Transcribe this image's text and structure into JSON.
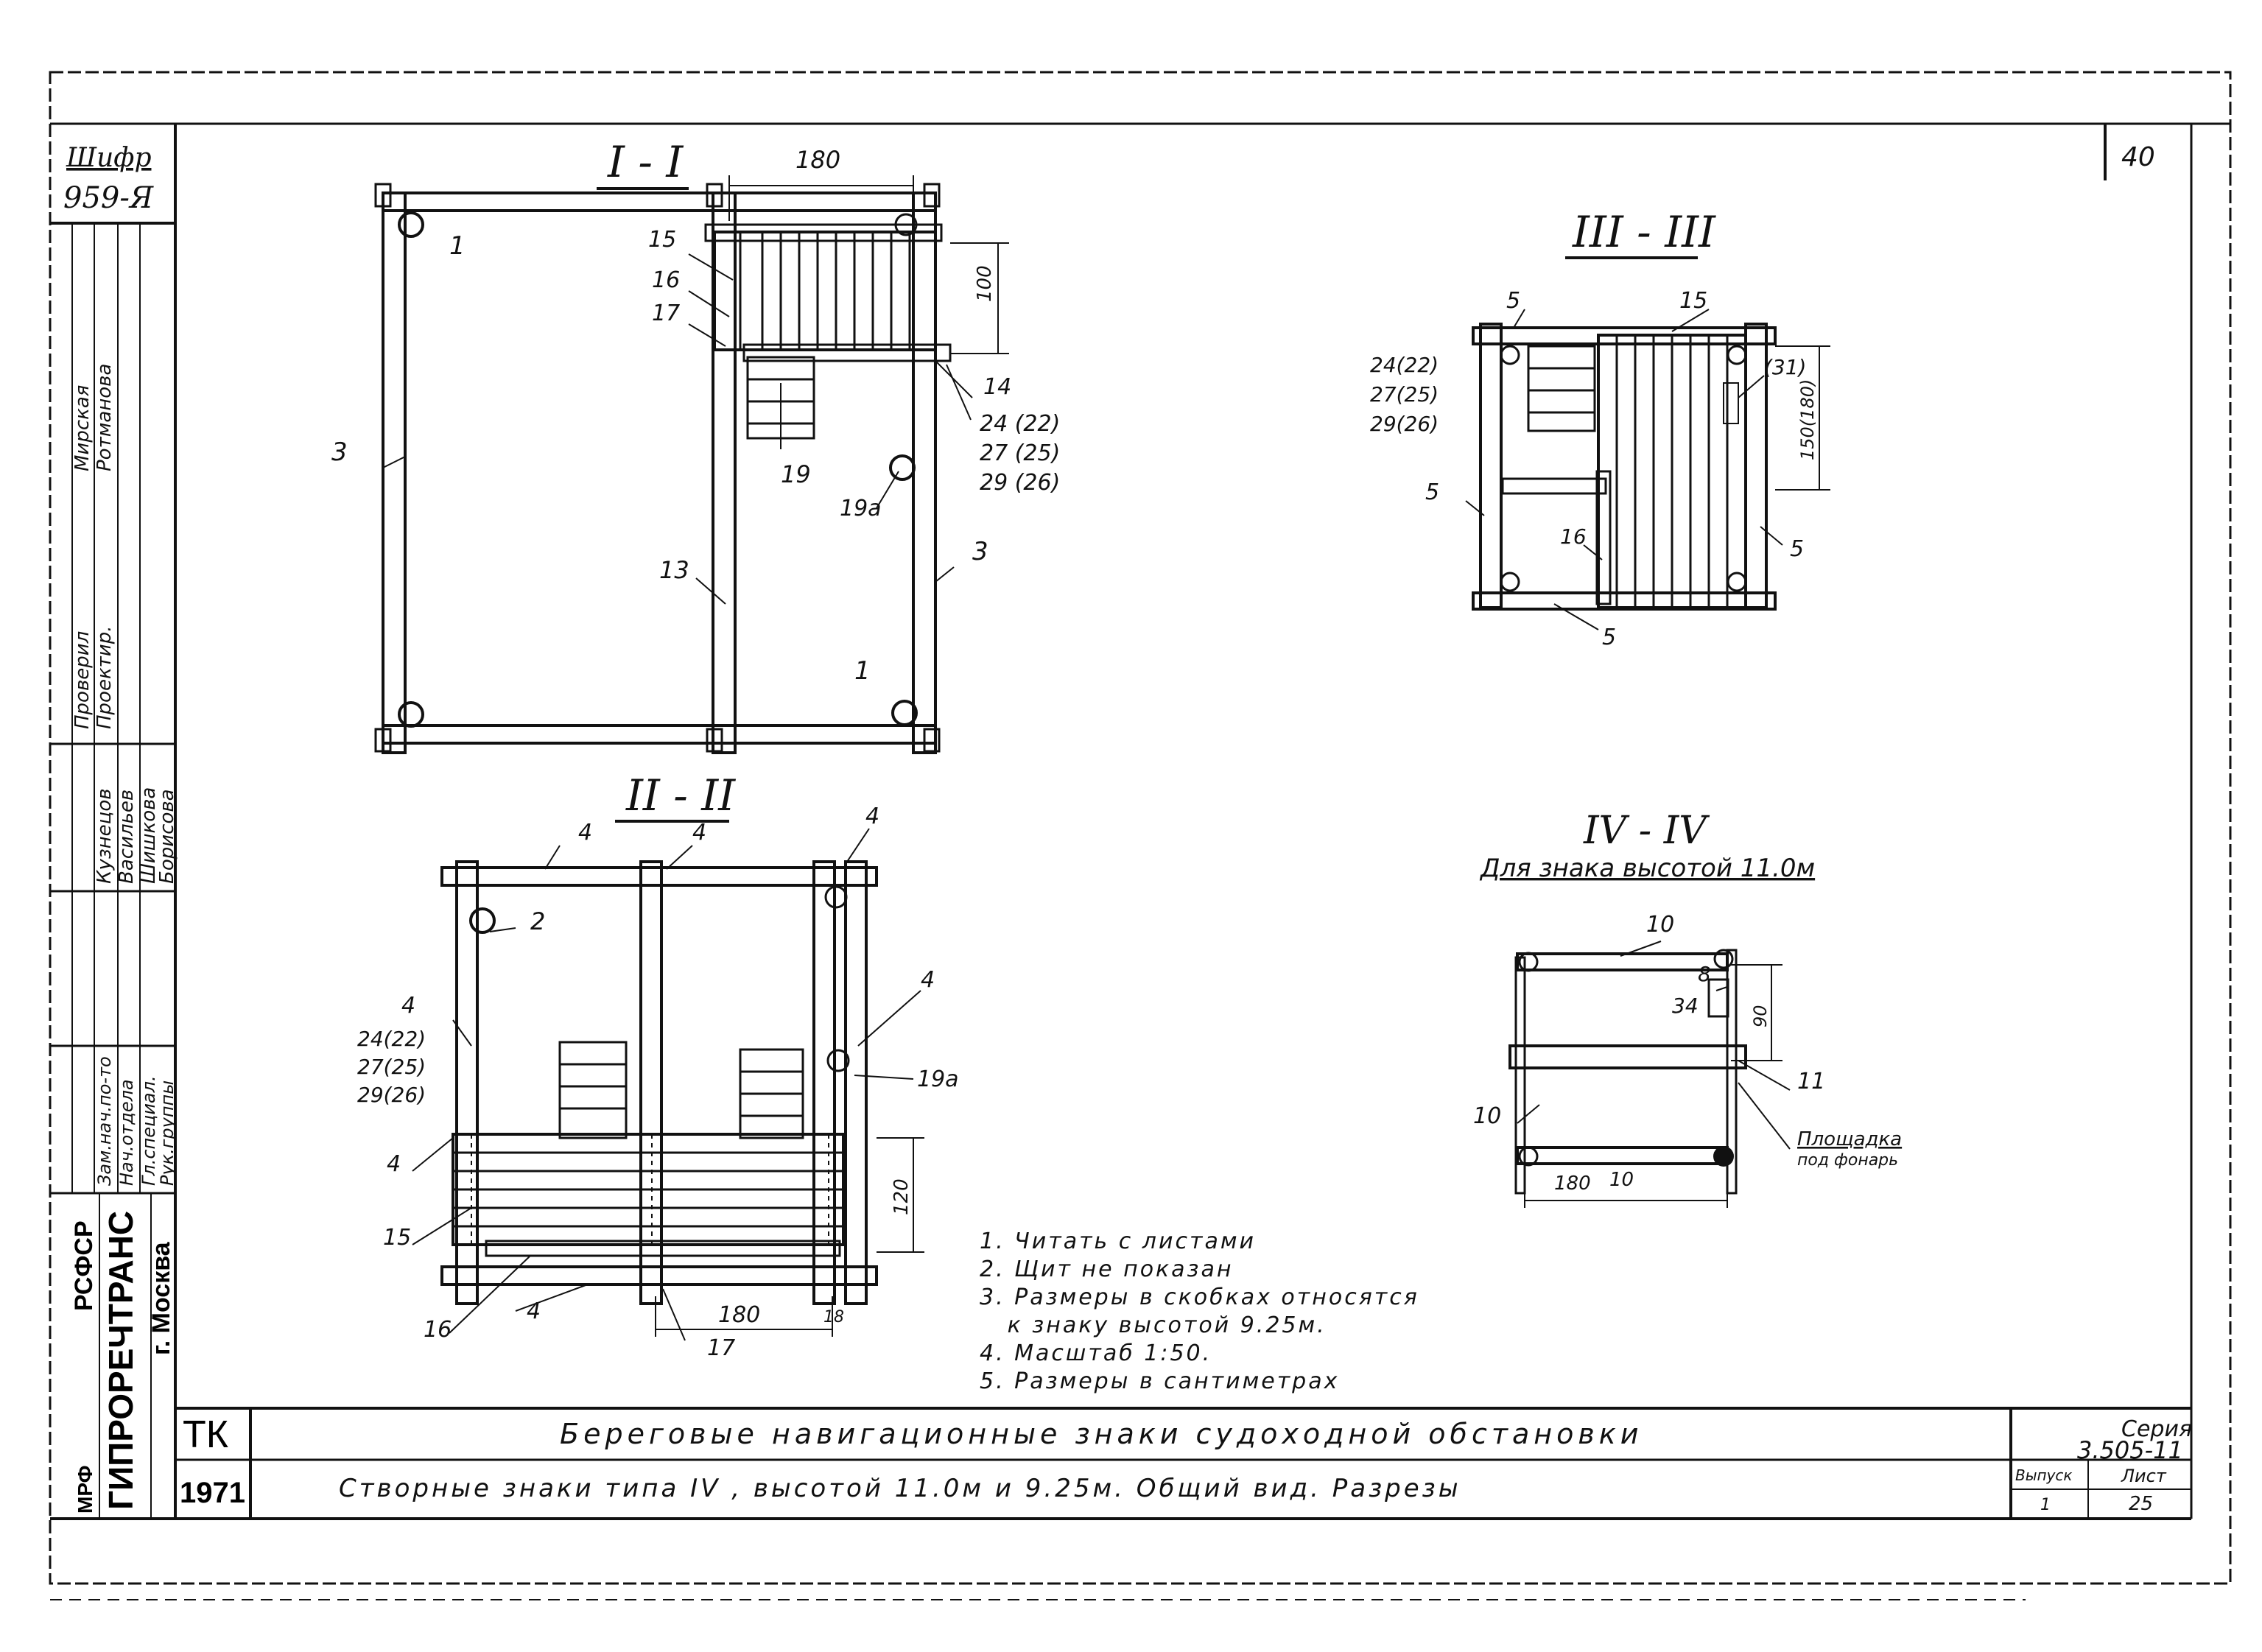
{
  "sheet": {
    "cipher_label": "Шифр",
    "cipher_value": "959-Я",
    "sheet_stamp": "40",
    "series_label": "Серия",
    "series_value": "3.505-11",
    "issue_label": "Выпуск",
    "issue_value": "1",
    "sheet_label": "Лист",
    "sheet_value": "25",
    "tk": "ТК",
    "year": "1971",
    "org1": "РСФСР",
    "org2": "ГИПРОРЕЧТРАНС",
    "org3": "г. Москва",
    "org0": "МРФ",
    "title_main": "Береговые навигационные знаки судоходной обстановки",
    "title_sub": "Створные знаки типа IV , высотой 11.0м и 9.25м. Общий вид. Разрезы"
  },
  "signatures": {
    "roles": [
      "Нач.отд.",
      "Гл.спец.",
      "Рук.гр.",
      "Проверил",
      "Проектир."
    ],
    "names": [
      "Кузнецов",
      "Васильев",
      "Шишкова",
      "Борисова",
      "Мирская",
      "Ротманова"
    ],
    "titles": [
      "Зам.нач.по-то",
      "Нач.отдела",
      "Гл.специал.",
      "Рук.группы",
      "Проверил",
      "Проектир."
    ]
  },
  "sections": {
    "s1": "I - I",
    "s2": "II - II",
    "s3": "III - III",
    "s4": "IV - IV",
    "s4_note": "Для знака высотой 11.0м"
  },
  "labels_s1": {
    "dim_180": "180",
    "dim_100": "100",
    "l1a": "1",
    "l1b": "1",
    "l3a": "3",
    "l3b": "3",
    "l13": "13",
    "l14": "14",
    "l15": "15",
    "l16": "16",
    "l17": "17",
    "l19": "19",
    "l19a": "19а",
    "g1": "24 (22)",
    "g2": "27 (25)",
    "g3": "29 (26)"
  },
  "labels_s2": {
    "l4a": "4",
    "l4b": "4",
    "l4c": "4",
    "l4d": "4",
    "l4e": "4",
    "l4f": "4",
    "l4g": "4",
    "l2": "2",
    "l19a": "19а",
    "l15": "15",
    "l16": "16",
    "l17": "17",
    "g1": "24(22)",
    "g2": "27(25)",
    "g3": "29(26)",
    "dim_120": "120",
    "dim_180": "180",
    "dim_18": "18"
  },
  "labels_s3": {
    "l5a": "5",
    "l5b": "5",
    "l5c": "5",
    "l5d": "5",
    "l15": "15",
    "l16": "16",
    "l31": "(31)",
    "g1": "24(22)",
    "g2": "27(25)",
    "g3": "29(26)",
    "dim": "150(180)"
  },
  "labels_s4": {
    "l10a": "10",
    "l10b": "10",
    "l10c": "10",
    "l8": "8",
    "l34": "34",
    "l11": "11",
    "dim_90": "90",
    "dim_180": "180",
    "platform1": "Площадка",
    "platform2": "под фонарь"
  },
  "notes": [
    "1. Читать с листами",
    "2. Щит не показан",
    "3. Размеры в скобках относятся",
    "   к знаку высотой 9.25м.",
    "4. Масштаб 1:50.",
    "5. Размеры в сантиметрах"
  ]
}
